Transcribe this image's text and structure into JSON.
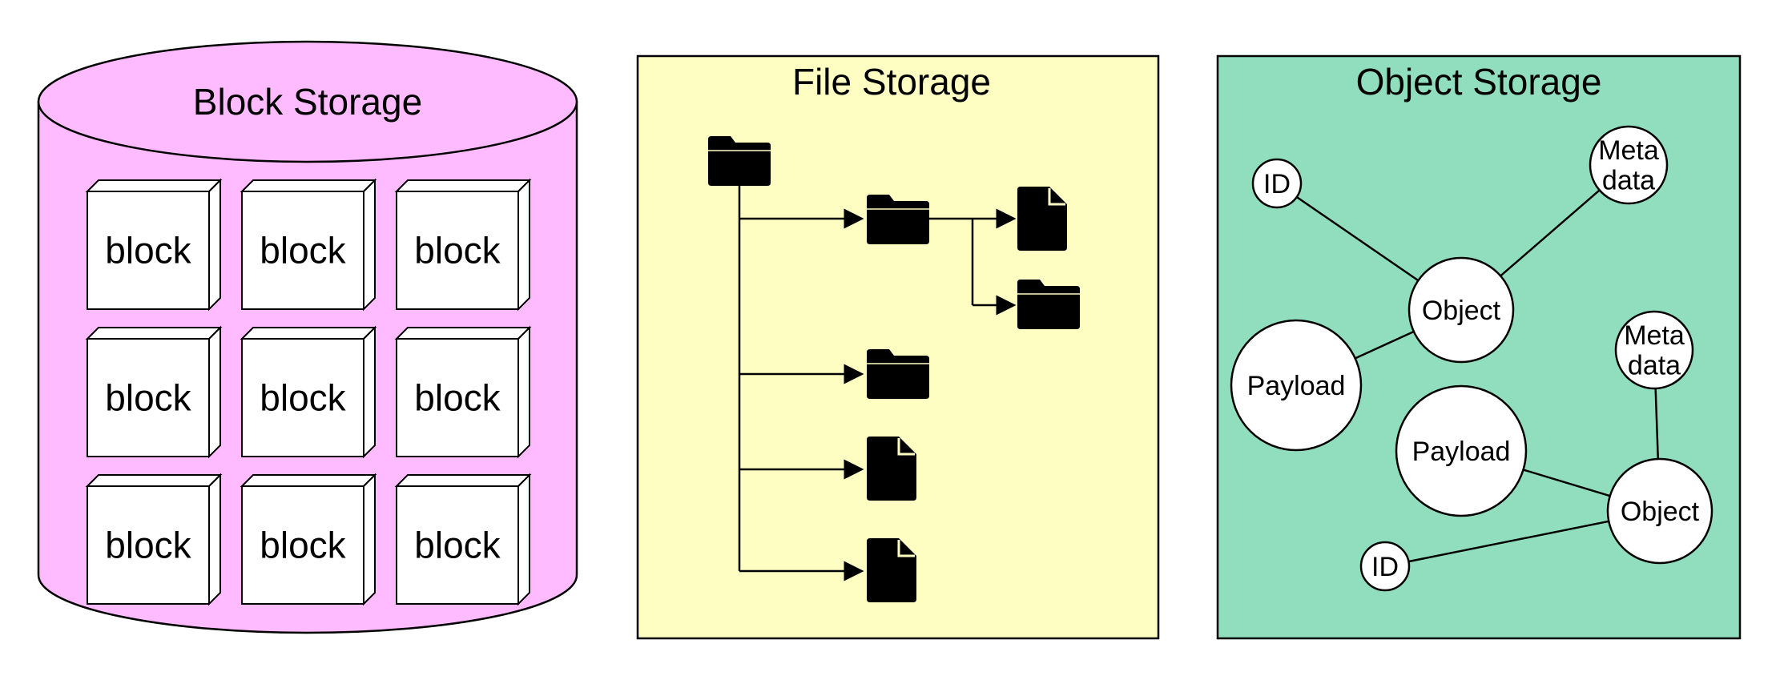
{
  "colors": {
    "block_fill": "#FFBBFF",
    "file_fill": "#FFFEC2",
    "object_fill": "#90DEBD",
    "stroke": "#000000",
    "node_fill": "#FFFFFF"
  },
  "block_storage": {
    "title": "Block Storage",
    "block_label": "block",
    "rows": 3,
    "cols": 3
  },
  "file_storage": {
    "title": "File Storage",
    "items": [
      {
        "name": "root-folder-icon",
        "icon": "folder"
      },
      {
        "name": "subfolder-icon",
        "icon": "folder"
      },
      {
        "name": "nested-file-icon",
        "icon": "file"
      },
      {
        "name": "nested-folder-icon",
        "icon": "folder"
      },
      {
        "name": "folder-icon",
        "icon": "folder"
      },
      {
        "name": "file-icon",
        "icon": "file"
      },
      {
        "name": "file-icon",
        "icon": "file"
      }
    ]
  },
  "object_storage": {
    "title": "Object Storage",
    "nodes": [
      {
        "id": "id1",
        "label": "ID"
      },
      {
        "id": "meta1",
        "label": "Meta\ndata"
      },
      {
        "id": "object1",
        "label": "Object"
      },
      {
        "id": "payload1",
        "label": "Payload"
      },
      {
        "id": "meta2",
        "label": "Meta\ndata"
      },
      {
        "id": "payload2",
        "label": "Payload"
      },
      {
        "id": "object2",
        "label": "Object"
      },
      {
        "id": "id2",
        "label": "ID"
      }
    ],
    "edges": [
      [
        "id1",
        "object1"
      ],
      [
        "meta1",
        "object1"
      ],
      [
        "payload1",
        "object1"
      ],
      [
        "meta2",
        "object2"
      ],
      [
        "payload2",
        "object2"
      ],
      [
        "id2",
        "object2"
      ]
    ]
  }
}
